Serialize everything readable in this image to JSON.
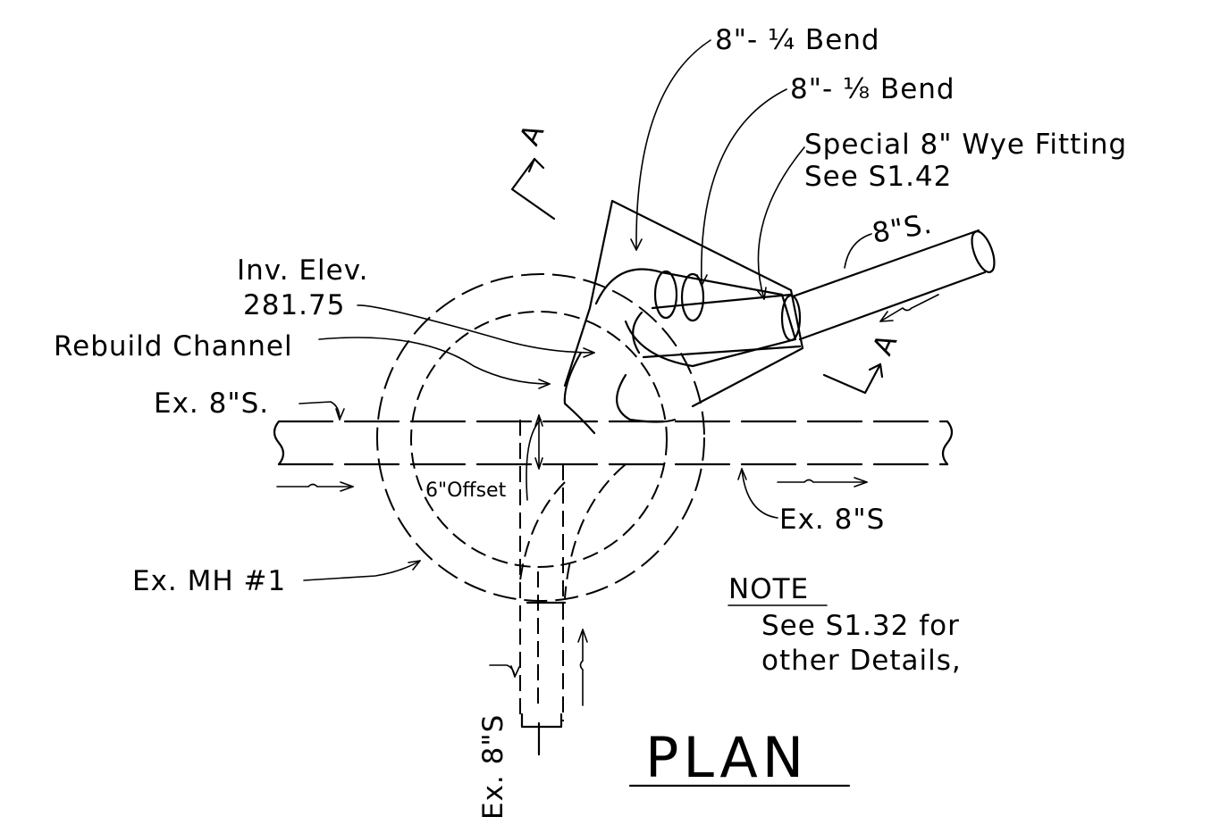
{
  "labels": {
    "quarter_bend": "8\"- ¼ Bend",
    "eighth_bend": "8\"- ⅛ Bend",
    "wye_fitting_line1": "Special 8\" Wye Fitting",
    "wye_fitting_line2": "See S1.42",
    "pipe_8s": "8\"S.",
    "inv_elev_line1": "Inv. Elev.",
    "inv_elev_line2": "281.75",
    "rebuild_channel": "Rebuild Channel",
    "ex_8s_left": "Ex. 8\"S.",
    "offset": "6\"Offset",
    "ex_8s_right": "Ex. 8\"S",
    "ex_mh": "Ex. MH #1",
    "ex_8s_bottom": "Ex. 8\"S",
    "section_mark": "A",
    "note_heading": "NOTE",
    "note_line1": "See S1.32 for",
    "note_line2": "other Details,",
    "title": "PLAN"
  }
}
